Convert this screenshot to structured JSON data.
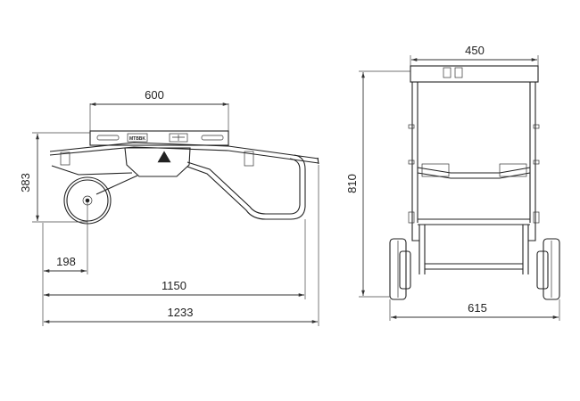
{
  "dimensions": {
    "side_width_top": "600",
    "side_height": "383",
    "wheel_offset": "198",
    "inner_length": "1150",
    "total_length": "1233",
    "front_width_top": "450",
    "front_height": "810",
    "front_width_bottom": "615"
  },
  "labels": {
    "brand_plate": "MTBBK"
  }
}
